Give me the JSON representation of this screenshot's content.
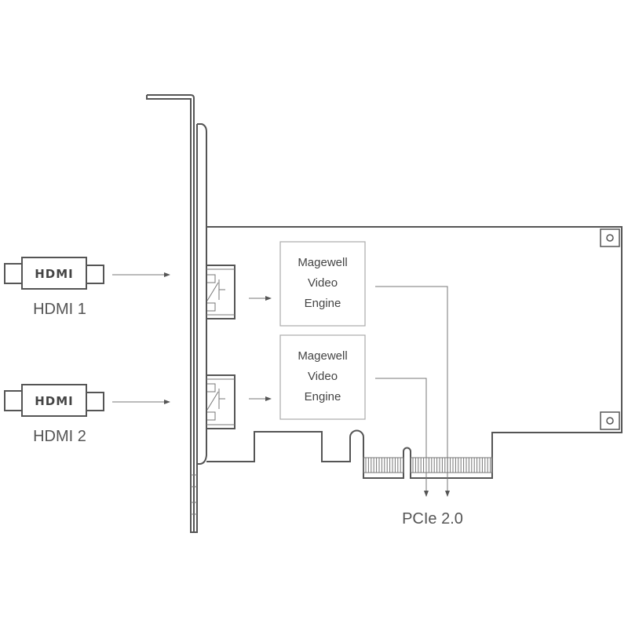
{
  "inputs": [
    {
      "label": "HDMI 1",
      "connector_logo": "HDMI"
    },
    {
      "label": "HDMI 2",
      "connector_logo": "HDMI"
    }
  ],
  "engines": [
    {
      "lines": [
        "Magewell",
        "Video",
        "Engine"
      ]
    },
    {
      "lines": [
        "Magewell",
        "Video",
        "Engine"
      ]
    }
  ],
  "bus_label": "PCIe 2.0",
  "colors": {
    "stroke": "#555555",
    "text": "#555555",
    "box_border": "#aaaaaa"
  }
}
